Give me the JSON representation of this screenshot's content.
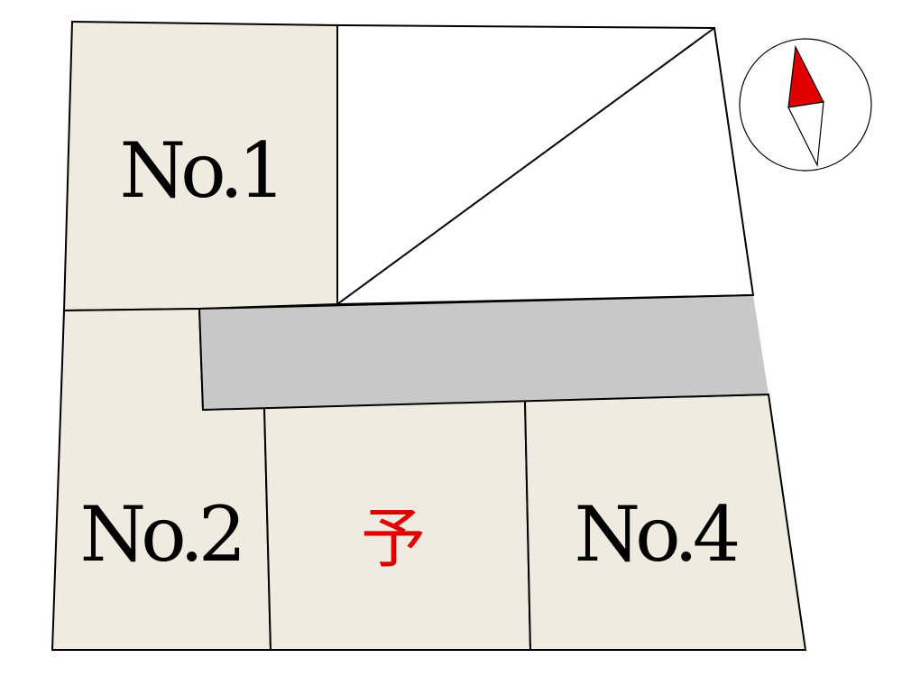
{
  "plan": {
    "lots": [
      {
        "id": "lot-1",
        "label": "No.1"
      },
      {
        "id": "lot-2",
        "label": "No.2"
      },
      {
        "id": "lot-3",
        "label": "予"
      },
      {
        "id": "lot-4",
        "label": "No.4"
      }
    ],
    "colors": {
      "lot_fill": "#efebe0",
      "road_fill": "#c8c8c8",
      "open_fill": "#ffffff",
      "outline": "#000000",
      "reserved_text": "#e00000",
      "label_text": "#000000",
      "compass_north": "#e00000",
      "compass_south": "#ffffff"
    },
    "compass": {
      "icon": "north-arrow-icon"
    }
  }
}
